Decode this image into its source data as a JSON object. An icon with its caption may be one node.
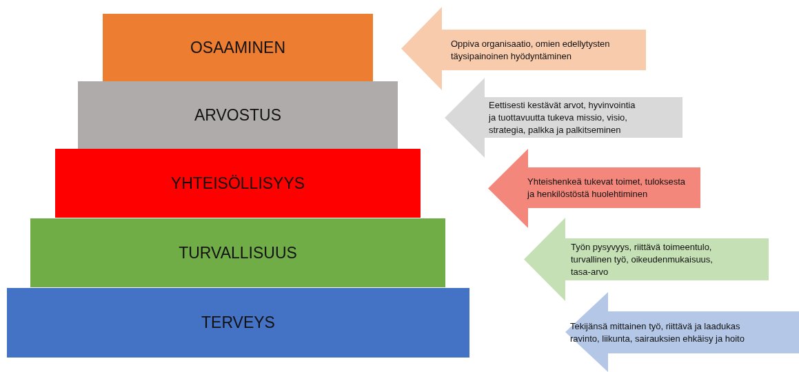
{
  "diagram": {
    "nodes": [
      {
        "text": [
          "OSAAMINEN"
        ]
      },
      {
        "text": [
          "ARVOSTUS"
        ]
      },
      {
        "text": [
          "YHTEISÖLLISYYS"
        ]
      },
      {
        "text": [
          "TURVALLISUUS"
        ]
      },
      {
        "text": [
          "TERVEYS"
        ]
      },
      {
        "text": [
          "Oppiva organisaatio, omien edellytysten täysipainoinen hyödyntäminen"
        ]
      },
      {
        "text": [
          "Eettisesti kestävät arvot, hyvinvointia ja tuottavuutta tukeva missio, visio, strategia, palkka ja palkitseminen"
        ]
      },
      {
        "text": [
          "Yhteishenkeä tukevat toimet, tuloksesta ja henkilöstöstä huolehtiminen"
        ]
      },
      {
        "text": [
          "Työn pysyvyys, riittävä toimeentulo, turvallinen työ, oikeudenmukaisuus, tasa-arvo"
        ]
      },
      {
        "text": [
          "Tekijänsä mittainen työ, riittävä ja laadukas ravinto, liikunta, sairauksien ehkäisy ja hoito"
        ]
      }
    ]
  }
}
